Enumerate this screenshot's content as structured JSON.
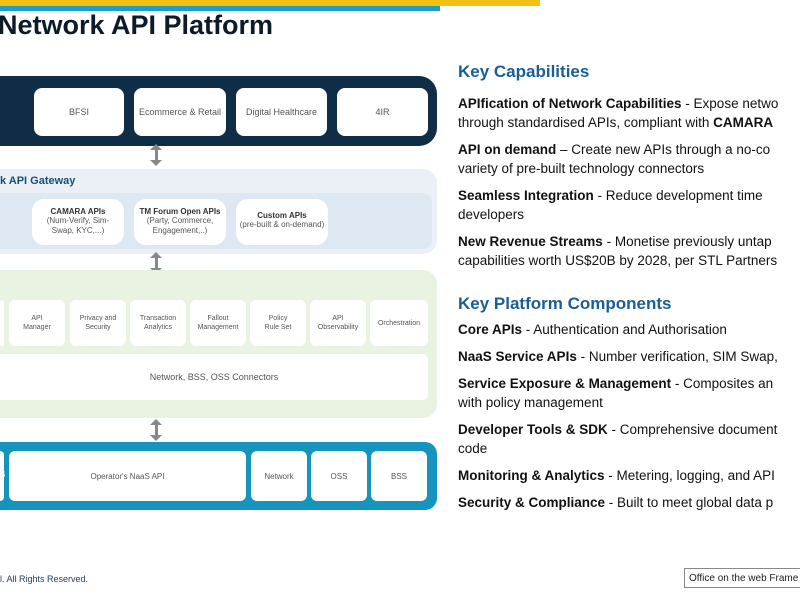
{
  "slide": {
    "title": "Network API Platform",
    "footer": "l. All Rights Reserved."
  },
  "colors": {
    "yellow_bar": "#f2c114",
    "teal_bar": "#1f9ec4",
    "navy_band": "#0f2d46",
    "heading_blue": "#1a5f93",
    "bottom_band": "#1594bd",
    "green_layer": "#e9f3e1"
  },
  "diagram": {
    "verticals": [
      "BFSI",
      "Ecommerce & Retail",
      "Digital Healthcare",
      "4IR"
    ],
    "gateway_label": "k API Gateway",
    "gateway_cards": [
      {
        "title": "CAMARA APIs",
        "subtitle": "(Num-Verify, Sim-\nSwap, KYC,...)"
      },
      {
        "title": "TM Forum Open APIs",
        "subtitle": "(Party, Commerce,\nEngagement,..)"
      },
      {
        "title": "Custom APIs",
        "subtitle": "(pre-built & on-demand)"
      }
    ],
    "services": [
      "API\nManager",
      "Privacy and\nSecurity",
      "Transaction\nAnalytics",
      "Fallout\nManagement",
      "Policy\nRule Set",
      "API\nObservability",
      "Orchestration"
    ],
    "connectors": "Network, BSS, OSS Connectors",
    "bottom": {
      "partial_label": "S",
      "naas": "Operator's NaaS API",
      "network": "Network",
      "oss": "OSS",
      "bss": "BSS"
    },
    "arrow_icon": "double-vertical-arrow-icon"
  },
  "capabilities": {
    "heading": "Key Capabilities",
    "items": [
      {
        "bold": "APIfication of Network Capabilities",
        "rest": " - Expose netwo",
        "line2_pre": "through standardised APIs, compliant with ",
        "line2_bold": "CAMARA"
      },
      {
        "bold": "API on demand",
        "rest": " – Create new APIs through a no-co",
        "line2": "variety of pre-built technology connectors"
      },
      {
        "bold": "Seamless Integration",
        "rest": " - Reduce development time",
        "line2": "developers"
      },
      {
        "bold": "New Revenue Streams",
        "rest": " - Monetise previously untap",
        "line2": "capabilities worth US$20B by 2028, per STL Partners"
      }
    ]
  },
  "components": {
    "heading": "Key Platform Components",
    "items": [
      {
        "bold": "Core APIs",
        "rest": " - Authentication and Authorisation"
      },
      {
        "bold": "NaaS Service APIs",
        "rest": " - Number verification, SIM Swap,"
      },
      {
        "bold": "Service Exposure & Management",
        "rest": " - Composites an",
        "line2": "with policy management"
      },
      {
        "bold": "Developer Tools & SDK",
        "rest": " - Comprehensive document",
        "line2": "code"
      },
      {
        "bold": "Monitoring & Analytics",
        "rest": " - Metering, logging, and API"
      },
      {
        "bold": "Security & Compliance",
        "rest": " - Built to meet global data p"
      }
    ]
  },
  "statusbar": {
    "text": "Office on the web Frame"
  }
}
